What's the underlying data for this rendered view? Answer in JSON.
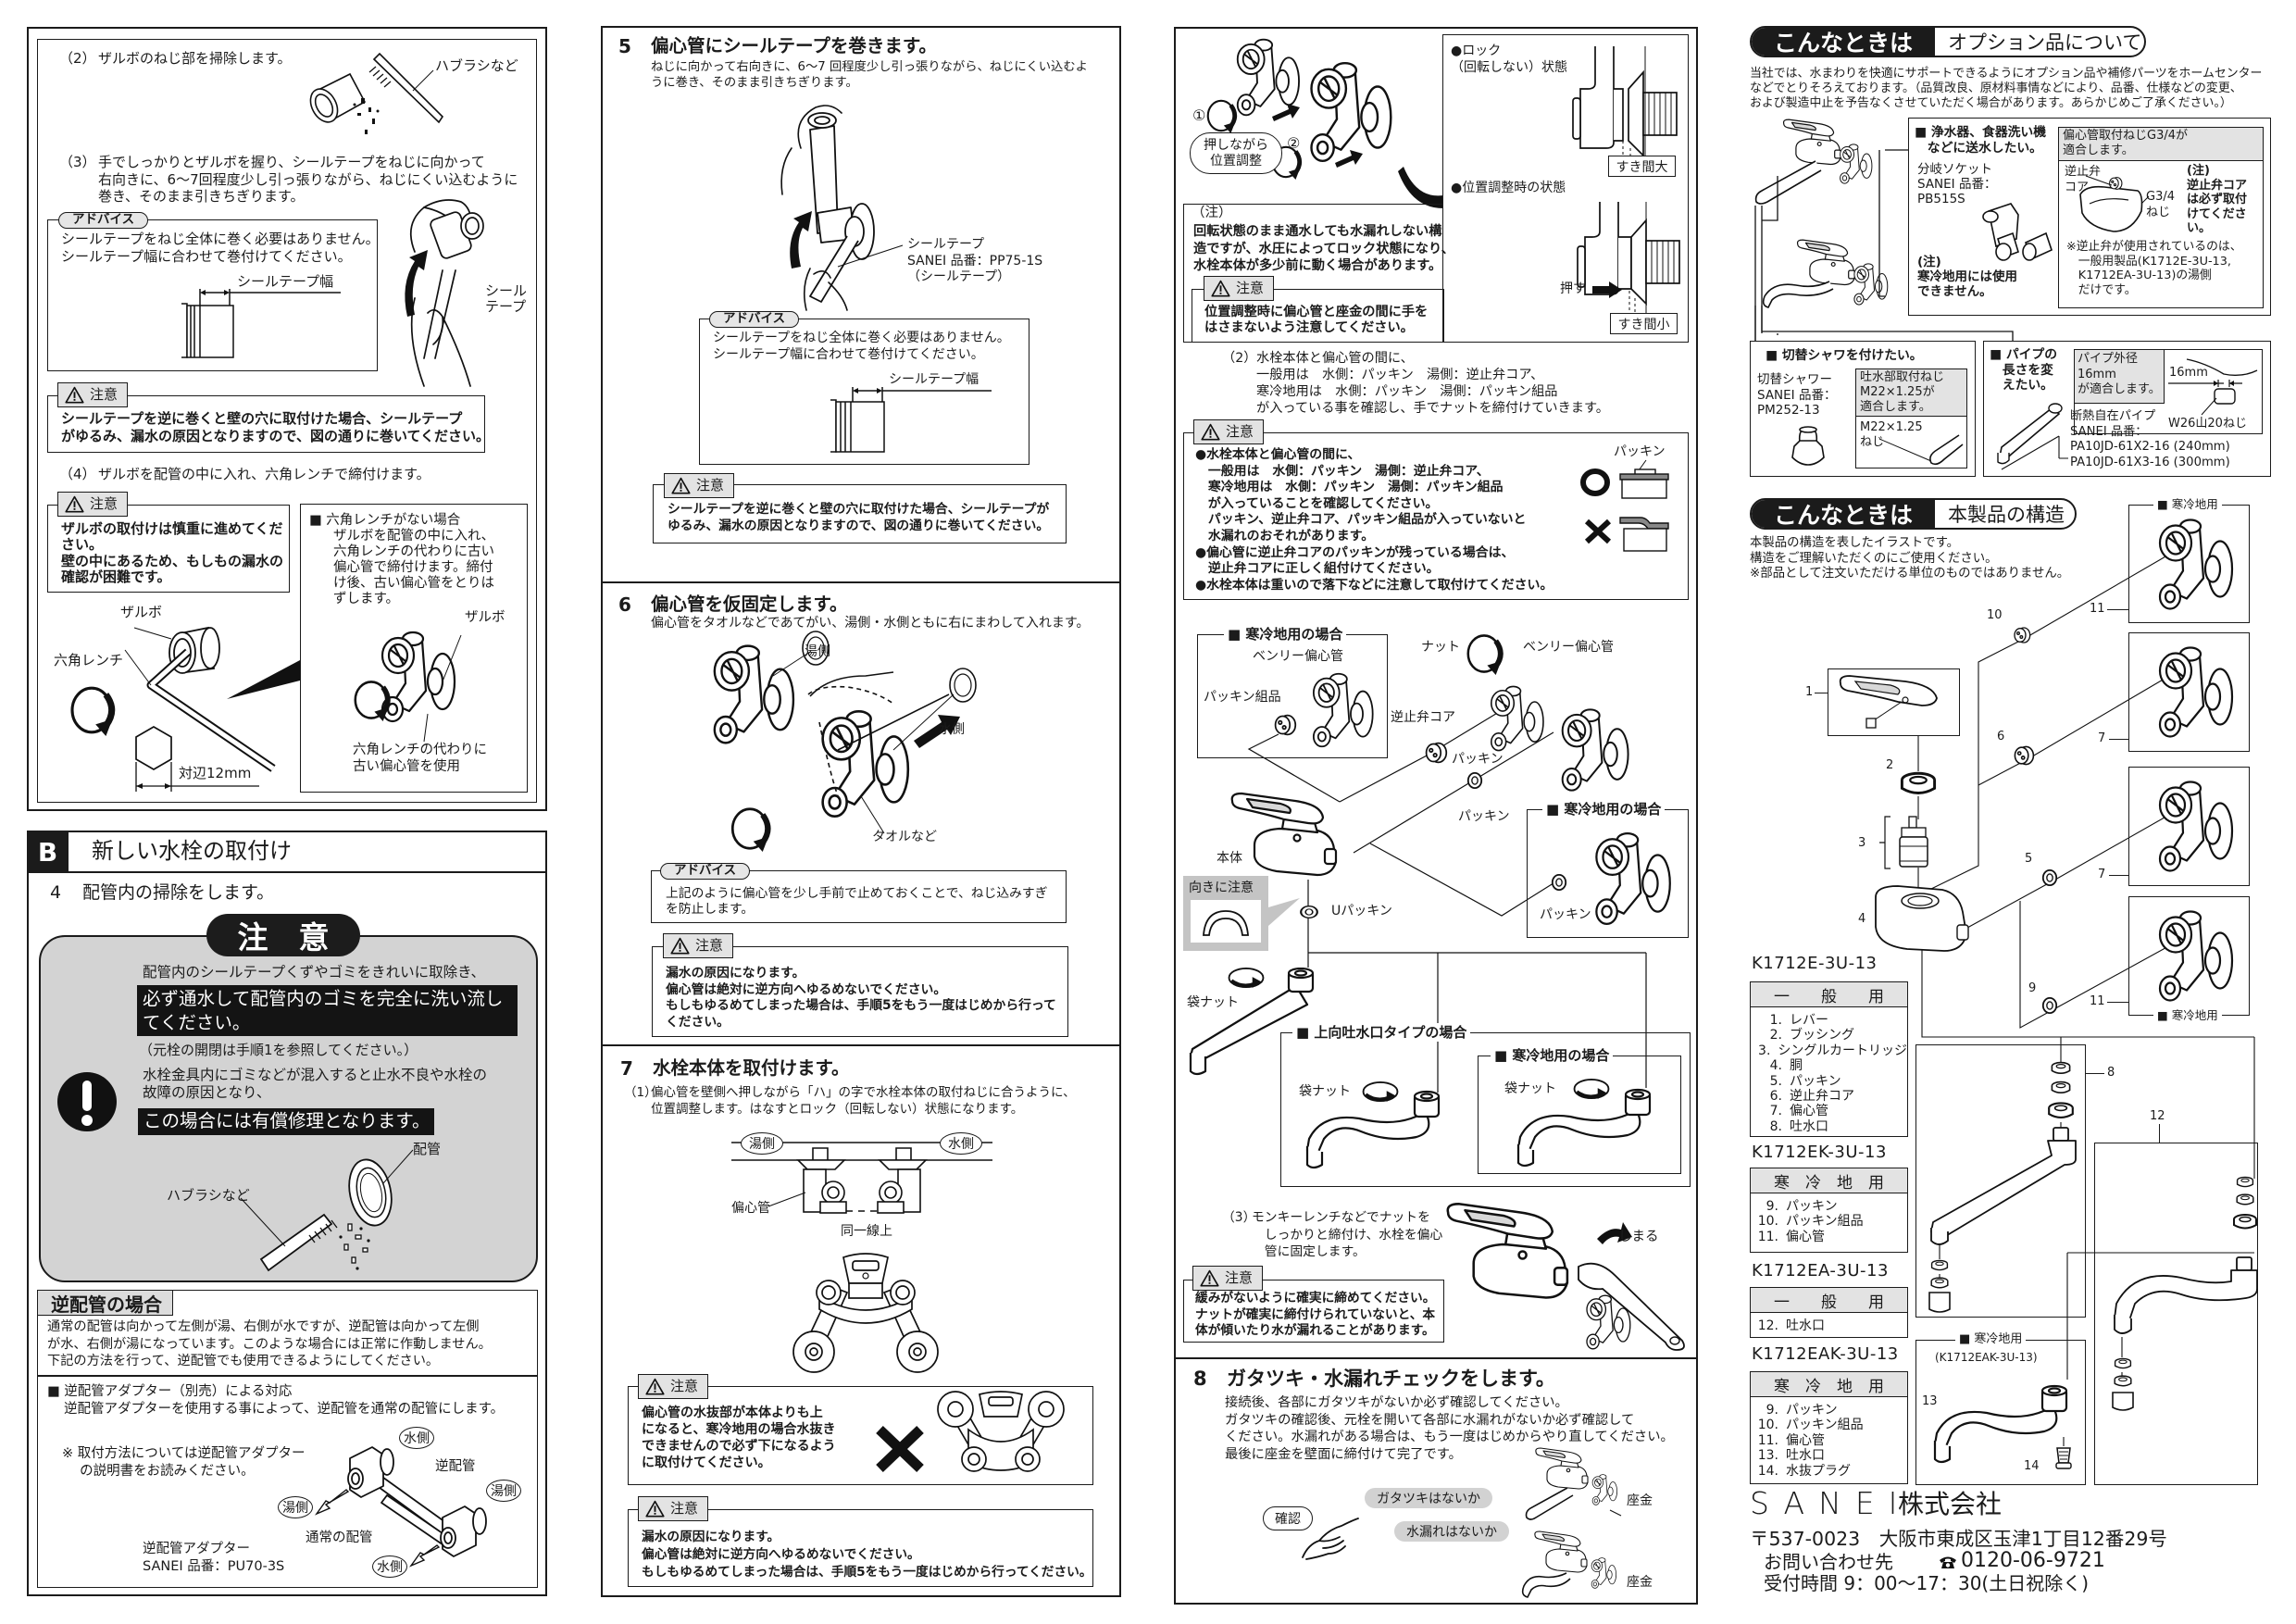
{
  "col1": {
    "sub2": {
      "num": "（2）",
      "text": "ザルボのねじ部を掃除します。",
      "brush_label": "ハブラシなど"
    },
    "sub3": {
      "num": "（3）",
      "text": "手でしっかりとザルボを握り、シールテープをねじに向かって\n右向きに、6～7回程度少し引っ張りながら、ねじにくい込むように\n巻き、そのまま引きちぎります。"
    },
    "advice": {
      "label": "アドバイス",
      "text": "シールテープをねじ全体に巻く必要はありません。\nシールテープ幅に合わせて巻付けてください。",
      "dim_label": "シールテープ幅"
    },
    "tape_label": "シール\nテープ",
    "caution1": {
      "label": "注意",
      "text": "シールテープを逆に巻くと壁の穴に取付けた場合、シールテープ\nがゆるみ、漏水の原因となりますので、図の通りに巻いてください。"
    },
    "sub4": {
      "num": "（4）",
      "text": "ザルボを配管の中に入れ、六角レンチで締付けます。"
    },
    "caution2": {
      "label": "注意",
      "text": "ザルボの取付けは慎重に進めてくだ\nさい。\n壁の中にあるため、もしもの漏水の\n確認が困難です。"
    },
    "wrench": {
      "zarubo": "ザルボ",
      "hex_wrench": "六角レンチ",
      "across_flats": "対辺12mm"
    },
    "no_wrench": {
      "title": "■ 六角レンチがない場合",
      "text": "ザルボを配管の中に入れ、\n六角レンチの代わりに古い\n偏心管で締付けます。締付\nけ後、古い偏心管をとりは\nずします。",
      "zarubo": "ザルボ",
      "caption": "六角レンチの代わりに\n古い偏心管を使用"
    }
  },
  "section_b": {
    "badge": "B",
    "title": "新しい水栓の取付け",
    "step4": {
      "num": "4",
      "title": "配管内の掃除をします。"
    },
    "caution": {
      "label": "注　意",
      "line1": "配管内のシールテープくずやゴミをきれいに取除き、",
      "highlight1": "必ず通水して配管内のゴミを完全に洗い流し\nてください。",
      "note": "（元栓の開閉は手順1を参照してください。）",
      "line2": "水栓金具内にゴミなどが混入すると止水不良や水栓の\n故障の原因となり、",
      "highlight2": "この場合には有償修理となります。",
      "pipe_label": "配管",
      "brush_label": "ハブラシなど"
    },
    "reverse": {
      "title": "逆配管の場合",
      "desc": "通常の配管は向かって左側が湯、右側が水ですが、逆配管は向かって左側\nが水、右側が湯になっています。このような場合には正常に作動しません。\n下記の方法を行って、逆配管でも使用できるようにしてください。",
      "adapter_title": "■ 逆配管アダプター（別売）による対応",
      "adapter_desc": "逆配管アダプターを使用する事によって、逆配管を通常の配管にします。",
      "note": "※ 取付方法については逆配管アダプター\n　 の説明書をお読みください。",
      "product": "逆配管アダプター\nSANEI 品番：PU70-3S",
      "labels": {
        "water_top": "水側",
        "reverse_pipe": "逆配管",
        "hot_right": "湯側",
        "hot_left": "湯側",
        "normal_pipe": "通常の配管",
        "water_bottom": "水側"
      }
    }
  },
  "col2": {
    "step5": {
      "num": "5",
      "title": "偏心管にシールテープを巻きます。",
      "desc": "ねじに向かって右向きに、6～7 回程度少し引っ張りながら、ねじにくい込むよ\nうに巻き、そのまま引きちぎります。",
      "tape_label": "シールテープ\nSANEI 品番：PP75-1S\n（シールテープ）",
      "advice": {
        "label": "アドバイス",
        "text": "シールテープをねじ全体に巻く必要はありません。\nシールテープ幅に合わせて巻付けてください。",
        "dim_label": "シールテープ幅"
      },
      "caution": {
        "label": "注意",
        "text": "シールテープを逆に巻くと壁の穴に取付けた場合、シールテープが\nゆるみ、漏水の原因となりますので、図の通りに巻いてください。"
      }
    },
    "step6": {
      "num": "6",
      "title": "偏心管を仮固定します。",
      "desc": "偏心管をタオルなどであてがい、湯側・水側ともに右にまわして入れます。",
      "labels": {
        "hot": "湯側",
        "water": "水側",
        "towel": "タオルなど"
      },
      "advice": {
        "label": "アドバイス",
        "text": "上記のように偏心管を少し手前で止めておくことで、ねじ込みすぎ\nを防止します。"
      },
      "caution": {
        "label": "注意",
        "text": "漏水の原因になります。\n偏心管は絶対に逆方向へゆるめないでください。\nもしもゆるめてしまった場合は、手順5をもう一度はじめから行って\nください。"
      }
    },
    "step7": {
      "num": "7",
      "title": "水栓本体を取付けます。",
      "sub1_num": "（1）",
      "sub1": "偏心管を壁側へ押しながら「ハ」の字で水栓本体の取付ねじに合うように、\n位置調整します。はなすとロック（回転しない）状態になります。",
      "labels": {
        "hot": "湯側",
        "water": "水側",
        "eccentric": "偏心管",
        "same_line": "同一線上"
      },
      "caution1": {
        "label": "注意",
        "text": "偏心管の水抜部が本体よりも上\nになると、寒冷地用の場合水抜き\nできませんので必ず下になるよう\nに取付けてください。"
      },
      "caution2": {
        "label": "注意",
        "text": "漏水の原因になります。\n偏心管は絶対に逆方向へゆるめないでください。\nもしもゆるめてしまった場合は、手順5をもう一度はじめから行ってください。"
      }
    }
  },
  "col3": {
    "adjust": {
      "mark1": "①",
      "mark2": "②",
      "pill": "押しながら\n位置調整"
    },
    "lock": {
      "title": "●ロック",
      "subtitle": "（回転しない）状態",
      "gap_large": "すき間大",
      "adjust_title": "●位置調整時の状態",
      "push": "押す",
      "gap_small": "すき間小"
    },
    "note": {
      "label": "（注）",
      "text": "回転状態のまま通水しても水漏れしない構\n造ですが、水圧によってロック状態になり、\n水栓本体が多少前に動く場合があります。",
      "caution_label": "注意",
      "caution_text": "位置調整時に偏心管と座金の間に手を\nはさまないよう注意してください。"
    },
    "sub2": {
      "num": "（2）",
      "text": "水栓本体と偏心管の間に、\n一般用は　水側：パッキン　湯側：逆止弁コア、\n寒冷地用は　水側：パッキン　湯側：パッキン組品\nが入っている事を確認し、手でナットを締付けていきます。"
    },
    "caution_pack": {
      "label": "注意",
      "text": "●水栓本体と偏心管の間に、\n　一般用は　水側：パッキン　湯側：逆止弁コア、\n　寒冷地用は　水側：パッキン　湯側：パッキン組品\n　が入っていることを確認してください。\n　パッキン、逆止弁コア、パッキン組品が入っていないと\n　水漏れのおそれがあります。\n●偏心管に逆止弁コアのパッキンが残っている場合は、\n　逆止弁コアに正しく組付けてください。\n●水栓本体は重いので落下などに注意して取付けてください。",
      "packing_label": "パッキン"
    },
    "diagram": {
      "cold_case_1": "■ 寒冷地用の場合",
      "benri_1": "ベンリー偏心管",
      "packing_set": "パッキン組品",
      "nut": "ナット",
      "benri_2": "ベンリー偏心管",
      "check_valve": "逆止弁コア",
      "packing_a": "パッキン",
      "packing_b": "パッキン",
      "body": "本体",
      "cold_case_2": "■ 寒冷地用の場合",
      "packing_c": "パッキン",
      "orientation": "向きに注意",
      "u_packing": "Uパッキン",
      "bag_nut_a": "袋ナット",
      "upward_case": "■ 上向吐水口タイプの場合",
      "bag_nut_b": "袋ナット",
      "cold_case_3": "■ 寒冷地用の場合",
      "bag_nut_c": "袋ナット"
    },
    "sub3": {
      "num": "（3）",
      "text": "モンキーレンチなどでナットを\n　しっかりと締付け、水栓を偏心\n　管に固定します。",
      "tighten": "しまる",
      "caution_label": "注意",
      "caution_text": "緩みがないように確実に締めてください。\nナットが確実に締付けられていないと、本\n体が傾いたり水が漏れることがあります。"
    },
    "step8": {
      "num": "8",
      "title": "ガタツキ・水漏れチェックをします。",
      "desc": "接続後、各部にガタツキがないか必ず確認してください。\nガタツキの確認後、元栓を開いて各部に水漏れがないか必ず確認して\nください。水漏れがある場合は、もう一度はじめからやり直してください。\n最後に座金を壁面に締付けて完了です。",
      "confirm": "確認",
      "check_wobble": "ガタツキはないか",
      "check_leak": "水漏れはないか",
      "washer_a": "座金",
      "washer_b": "座金"
    }
  },
  "col4": {
    "options": {
      "header_dark": "こんなときは",
      "header_light": "オプション品について",
      "desc": "当社では、水まわりを快適にサポートできるようにオプション品や補修パーツをホームセンター\nなどでとりそろえております。（品質改良、原材料事情などにより、品番、仕様などの変更、\nおよび製造中止を予告なくさせていただく場合があります。あらかじめご了承ください。）",
      "purifier": {
        "title": "■ 浄水器、食器洗い機\n　などに送水したい。",
        "product": "分岐ソケット\nSANEI 品番：\nPB515S",
        "note": "(注)\n寒冷地用には使用\nできません。",
        "spec_header": "偏心管取付ねじG3/4が\n適合します。",
        "check_valve": "逆止弁\nコア",
        "thread": "G3/4\nねじ",
        "spec_note": "(注)\n逆止弁コア\nは必ず取付\nけてくださ\nい。",
        "footnote": "※逆止弁が使用されているのは、\n　一般用製品(K1712E-3U-13,\n　K1712EA-3U-13)の湯側\n　だけです。"
      },
      "shower": {
        "title": "■ 切替シャワを付けたい。",
        "product": "切替シャワー\nSANEI 品番：\nPM252-13",
        "spec_header": "吐水部取付ねじ\nM22×1.25が\n適合します。",
        "thread": "M22×1.25\nねじ"
      },
      "pipe": {
        "title": "■ パイプの\n　長さを変\n　えたい。",
        "spec_header": "パイプ外径\n16mm\nが適合します。",
        "dim": "16mm",
        "thread": "W26山20ねじ",
        "product": "断熱自在パイプ\nSANEI 品番：\nPA10JD-61X2-16 (240mm)\nPA10JD-61X3-16 (300mm)"
      }
    },
    "structure": {
      "header_dark": "こんなときは",
      "header_light": "本製品の構造",
      "desc": "本製品の構造を表したイラストです。\n構造をご理解いただくのにご使用ください。\n※部品として注文いただける単位のものではありません。",
      "callouts": {
        "p1": "1",
        "p2": "2",
        "p3": "3",
        "p4": "4",
        "p5": "5",
        "p6": "6",
        "p7a": "7",
        "p7b": "7",
        "p8": "8",
        "p9": "9",
        "p10": "10",
        "p11a": "11",
        "p11b": "11",
        "p12": "12",
        "p13": "13",
        "p14": "14"
      },
      "cold_label_top": "■ 寒冷地用",
      "cold_label_bottom": "■ 寒冷地用",
      "cold_spout_label": "■ 寒冷地用",
      "cold_spout_model": "(K1712EAK-3U-13)",
      "models": [
        {
          "model": "K1712E-3U-13",
          "type": "一　　般　　用",
          "items": [
            {
              "no": "1.",
              "name": "レバー"
            },
            {
              "no": "2.",
              "name": "ブッシング"
            },
            {
              "no": "3.",
              "name": "シングルカートリッジ"
            },
            {
              "no": "4.",
              "name": "胴"
            },
            {
              "no": "5.",
              "name": "パッキン"
            },
            {
              "no": "6.",
              "name": "逆止弁コア"
            },
            {
              "no": "7.",
              "name": "偏心管"
            },
            {
              "no": "8.",
              "name": "吐水口"
            }
          ]
        },
        {
          "model": "K1712EK-3U-13",
          "type": "寒　冷　地　用",
          "items": [
            {
              "no": "9.",
              "name": "パッキン"
            },
            {
              "no": "10.",
              "name": "パッキン組品"
            },
            {
              "no": "11.",
              "name": "偏心管"
            }
          ]
        },
        {
          "model": "K1712EA-3U-13",
          "type": "一　　般　　用",
          "items": [
            {
              "no": "12.",
              "name": "吐水口"
            }
          ]
        },
        {
          "model": "K1712EAK-3U-13",
          "type": "寒　冷　地　用",
          "items": [
            {
              "no": "9.",
              "name": "パッキン"
            },
            {
              "no": "10.",
              "name": "パッキン組品"
            },
            {
              "no": "11.",
              "name": "偏心管"
            },
            {
              "no": "13.",
              "name": "吐水口"
            },
            {
              "no": "14.",
              "name": "水抜プラグ"
            }
          ]
        }
      ]
    },
    "company": {
      "name_latin": "SANEI",
      "name_jp": "株式会社",
      "address": "〒537-0023　大阪市東成区玉津1丁目12番29号",
      "contact_label": "お問い合わせ先",
      "phone": "0120-06-9721",
      "hours": "受付時間 9：00～17：30(土日祝除く)"
    }
  }
}
